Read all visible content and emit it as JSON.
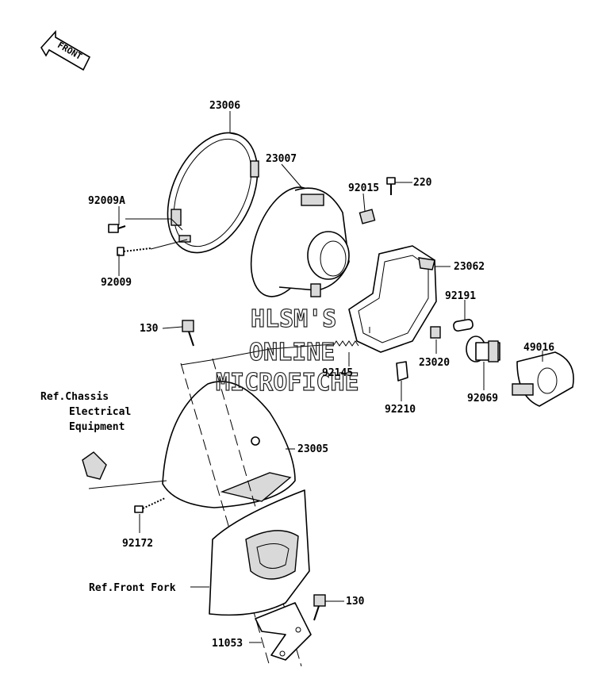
{
  "front_arrow": {
    "label": "FRONT"
  },
  "watermark": {
    "line1": "HLSM'S",
    "line2": "ONLINE",
    "line3": "MICROFICHE"
  },
  "parts": {
    "p23006": "23006",
    "p23007": "23007",
    "p92015": "92015",
    "p220": "220",
    "p92009A": "92009A",
    "p92009": "92009",
    "p23062": "23062",
    "p92191": "92191",
    "p49016": "49016",
    "p130_top": "130",
    "p92145": "92145",
    "p23020": "23020",
    "p92210": "92210",
    "p92069": "92069",
    "p23005": "23005",
    "p92172": "92172",
    "p130_bottom": "130",
    "p11053": "11053"
  },
  "references": {
    "chassis_line1": "Ref.Chassis",
    "chassis_line2": "Electrical",
    "chassis_line3": "Equipment",
    "front_fork": "Ref.Front Fork"
  }
}
